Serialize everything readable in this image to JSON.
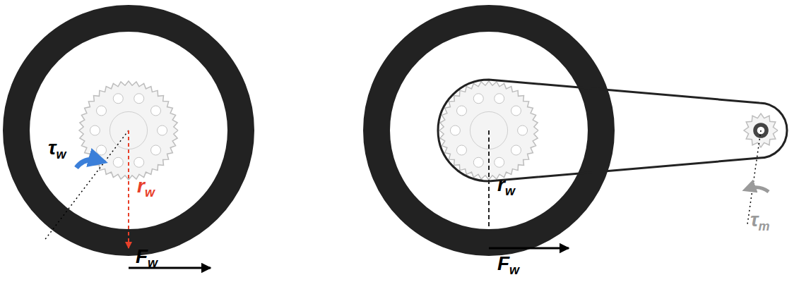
{
  "diagram": {
    "labels": [
      "τw",
      "rw",
      "Fw",
      "rw",
      "Fw",
      "τm"
    ]
  }
}
